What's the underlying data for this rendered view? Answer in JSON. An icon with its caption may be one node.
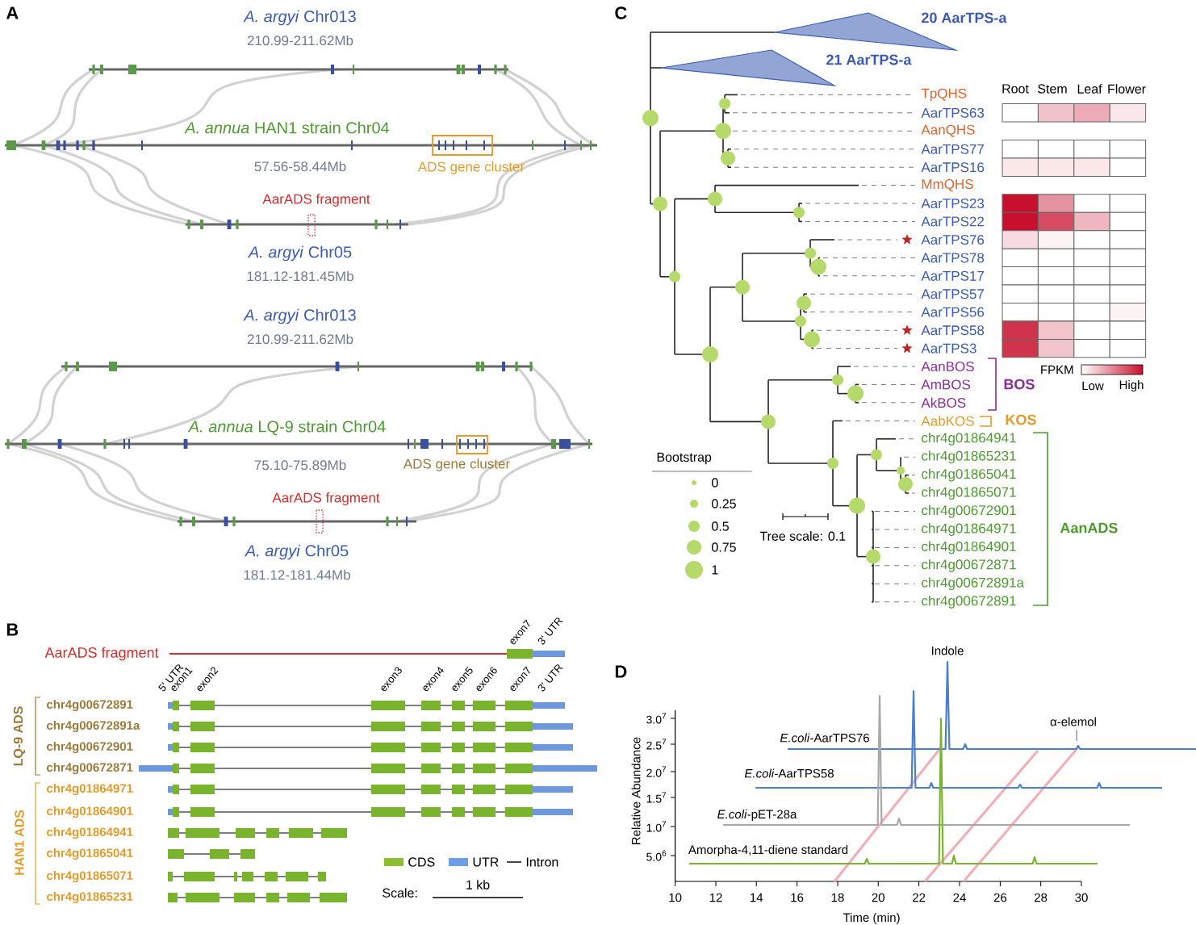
{
  "diagram": {
    "labels": [
      "A",
      "*A. argyi* Chr013",
      "210.99-211.62Mb",
      "*A. annua* HAN1 strain Chr04",
      "57.56-58.44Mb",
      "ADS gene cluster",
      "AarADS fragment",
      "*A. argyi* Chr05",
      "181.12-181.45Mb",
      "*A. argyi* Chr013",
      "210.99-211.62Mb",
      "*A. annua* LQ-9 strain Chr04",
      "75.10-75.89Mb",
      "ADS gene cluster",
      "AarADS fragment",
      "*A. argyi* Chr05",
      "181.12-181.44Mb",
      "B",
      "AarADS fragment",
      "exon7",
      "3' UTR",
      "5' UTR",
      "exon1",
      "exon2",
      "exon3",
      "exon4",
      "exon5",
      "exon6",
      "exon7",
      "3' UTR",
      "LQ-9 ADS",
      "chr4g00672891",
      "chr4g00672891a",
      "chr4g00672901",
      "chr4g00672871",
      "HAN1 ADS",
      "chr4g01864971",
      "chr4g01864901",
      "chr4g01864941",
      "chr4g01865041",
      "chr4g01865071",
      "chr4g01865231",
      "Scale:",
      "1 kb",
      "C",
      "20 AarTPS-a",
      "21 AarTPS-a",
      "TpQHS",
      "AarTPS63",
      "AanQHS",
      "AarTPS77",
      "AarTPS16",
      "MmQHS",
      "AarTPS23",
      "AarTPS22",
      "AarTPS76",
      "AarTPS78",
      "AarTPS17",
      "AarTPS57",
      "AarTPS56",
      "AarTPS58",
      "AarTPS3",
      "AanBOS",
      "AmBOS",
      "AkBOS",
      "AabKOS",
      "chr4g01864941",
      "chr4g01865231",
      "chr4g01865041",
      "chr4g01865071",
      "chr4g00672901",
      "chr4g01864971",
      "chr4g01864901",
      "chr4g00672871",
      "chr4g00672891a",
      "chr4g00672891",
      "Root",
      "Stem",
      "Leaf",
      "Flower",
      "FPKM",
      "BOS",
      "Low",
      "High",
      "KOS",
      "AanADS",
      "Bootstrap",
      "Tree scale: 0.1",
      "D",
      "Indole",
      "α-elemol",
      "*E.coli*-AarTPS76",
      "*E.coli*-AarTPS58",
      "*E.coli*-pET-28a",
      "Amorpha-4,11-diene standard",
      "3.0$^{7}$",
      "2.5$^{7}$",
      "2.0$^{7}$",
      "1.5$^{7}$",
      "1.0$^{7}$",
      "5.0$^{6}$",
      "Relative Abundance",
      "10",
      "12",
      "14",
      "16",
      "18",
      "20",
      "22",
      "24",
      "26",
      "28",
      "30",
      "Time (min)"
    ],
    "legend": [
      {
        "text": "CDS",
        "color": "#8dbe2f"
      },
      {
        "text": "UTR",
        "color": "#6d9ee8"
      },
      {
        "text": "Intron"
      },
      {
        "text": "0"
      },
      {
        "text": "0.25"
      },
      {
        "text": "0.5"
      },
      {
        "text": "0.75"
      },
      {
        "text": "1"
      }
    ]
  }
}
